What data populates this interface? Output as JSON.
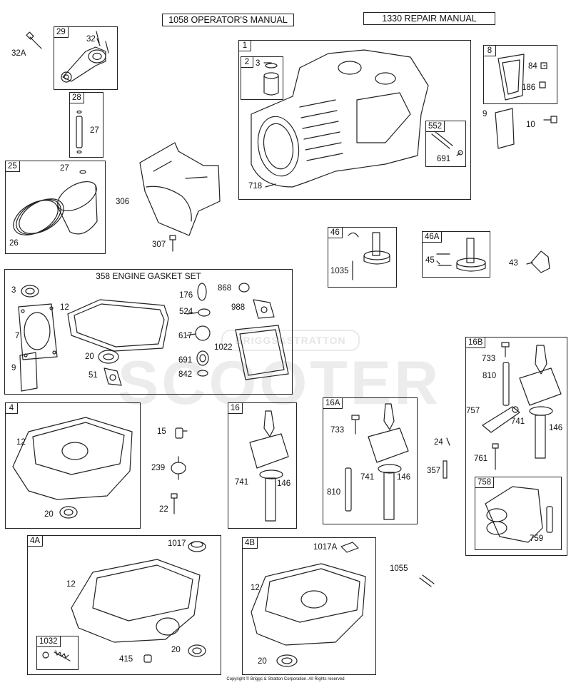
{
  "headers": {
    "operators_manual": "1058 OPERATOR'S MANUAL",
    "repair_manual": "1330 REPAIR MANUAL"
  },
  "gasket_set": {
    "title": "358 ENGINE GASKET SET"
  },
  "boxes": {
    "b29": "29",
    "b28": "28",
    "b25": "25",
    "b1": "1",
    "b2": "2",
    "b552": "552",
    "b8": "8",
    "b46": "46",
    "b46a": "46A",
    "b4": "4",
    "b16": "16",
    "b16a": "16A",
    "b16b": "16B",
    "b758": "758",
    "b4a": "4A",
    "b1032": "1032",
    "b4b": "4B"
  },
  "labels": {
    "l32a": "32A",
    "l32": "32",
    "l27a": "27",
    "l27b": "27",
    "l26": "26",
    "l306": "306",
    "l307": "307",
    "l3a": "3",
    "l718": "718",
    "l691a": "691",
    "l84": "84",
    "l186": "186",
    "l9a": "9",
    "l10": "10",
    "l1035": "1035",
    "l45": "45",
    "l43": "43",
    "l3b": "3",
    "l12a": "12",
    "l7": "7",
    "l9b": "9",
    "l20a": "20",
    "l51": "51",
    "l176": "176",
    "l524": "524",
    "l617": "617",
    "l691b": "691",
    "l842": "842",
    "l868": "868",
    "l988": "988",
    "l1022": "1022",
    "l12b": "12",
    "l20b": "20",
    "l15": "15",
    "l239": "239",
    "l22": "22",
    "l741a": "741",
    "l146a": "146",
    "l733a": "733",
    "l741b": "741",
    "l146b": "146",
    "l810a": "810",
    "l733b": "733",
    "l810b": "810",
    "l757": "757",
    "l741c": "741",
    "l146c": "146",
    "l761": "761",
    "l24": "24",
    "l357": "357",
    "l759": "759",
    "l1017": "1017",
    "l12c": "12",
    "l415": "415",
    "l20c": "20",
    "l1017a": "1017A",
    "l12d": "12",
    "l20d": "20",
    "l1055": "1055"
  },
  "watermark": {
    "main": "SCOOTER",
    "sub": "BRIGGS&STRATTON"
  },
  "footer": "Copyright © Briggs & Stratton Corporation. All Rights reserved"
}
